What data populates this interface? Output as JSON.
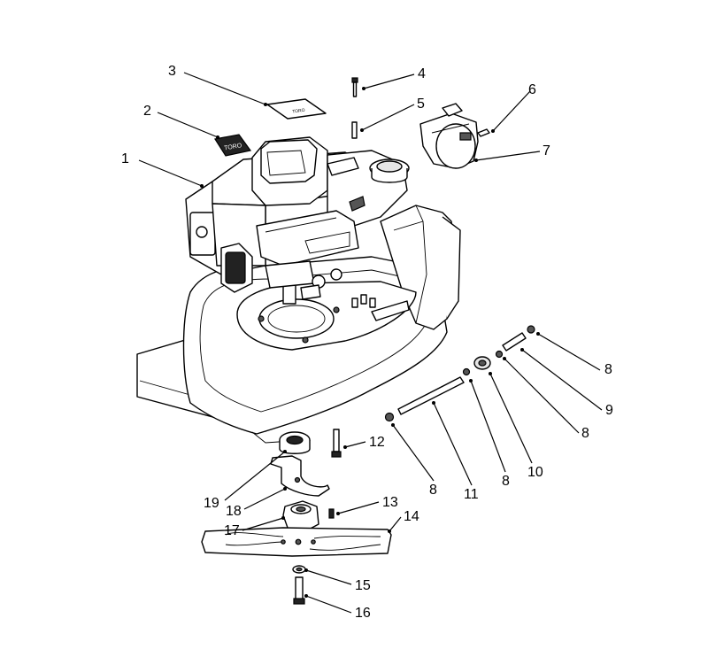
{
  "callouts": [
    {
      "id": "c1",
      "label": "1"
    },
    {
      "id": "c2",
      "label": "2"
    },
    {
      "id": "c3",
      "label": "3"
    },
    {
      "id": "c4",
      "label": "4"
    },
    {
      "id": "c5",
      "label": "5"
    },
    {
      "id": "c6",
      "label": "6"
    },
    {
      "id": "c7",
      "label": "7"
    },
    {
      "id": "c8a",
      "label": "8"
    },
    {
      "id": "c9",
      "label": "9"
    },
    {
      "id": "c8b",
      "label": "8"
    },
    {
      "id": "c10",
      "label": "10"
    },
    {
      "id": "c8c",
      "label": "8"
    },
    {
      "id": "c11",
      "label": "11"
    },
    {
      "id": "c8d",
      "label": "8"
    },
    {
      "id": "c12",
      "label": "12"
    },
    {
      "id": "c13",
      "label": "13"
    },
    {
      "id": "c14",
      "label": "14"
    },
    {
      "id": "c15",
      "label": "15"
    },
    {
      "id": "c16",
      "label": "16"
    },
    {
      "id": "c17",
      "label": "17"
    },
    {
      "id": "c18",
      "label": "18"
    },
    {
      "id": "c19",
      "label": "19"
    }
  ],
  "decal_text": "TORO",
  "filter_cover_text": "TORO"
}
